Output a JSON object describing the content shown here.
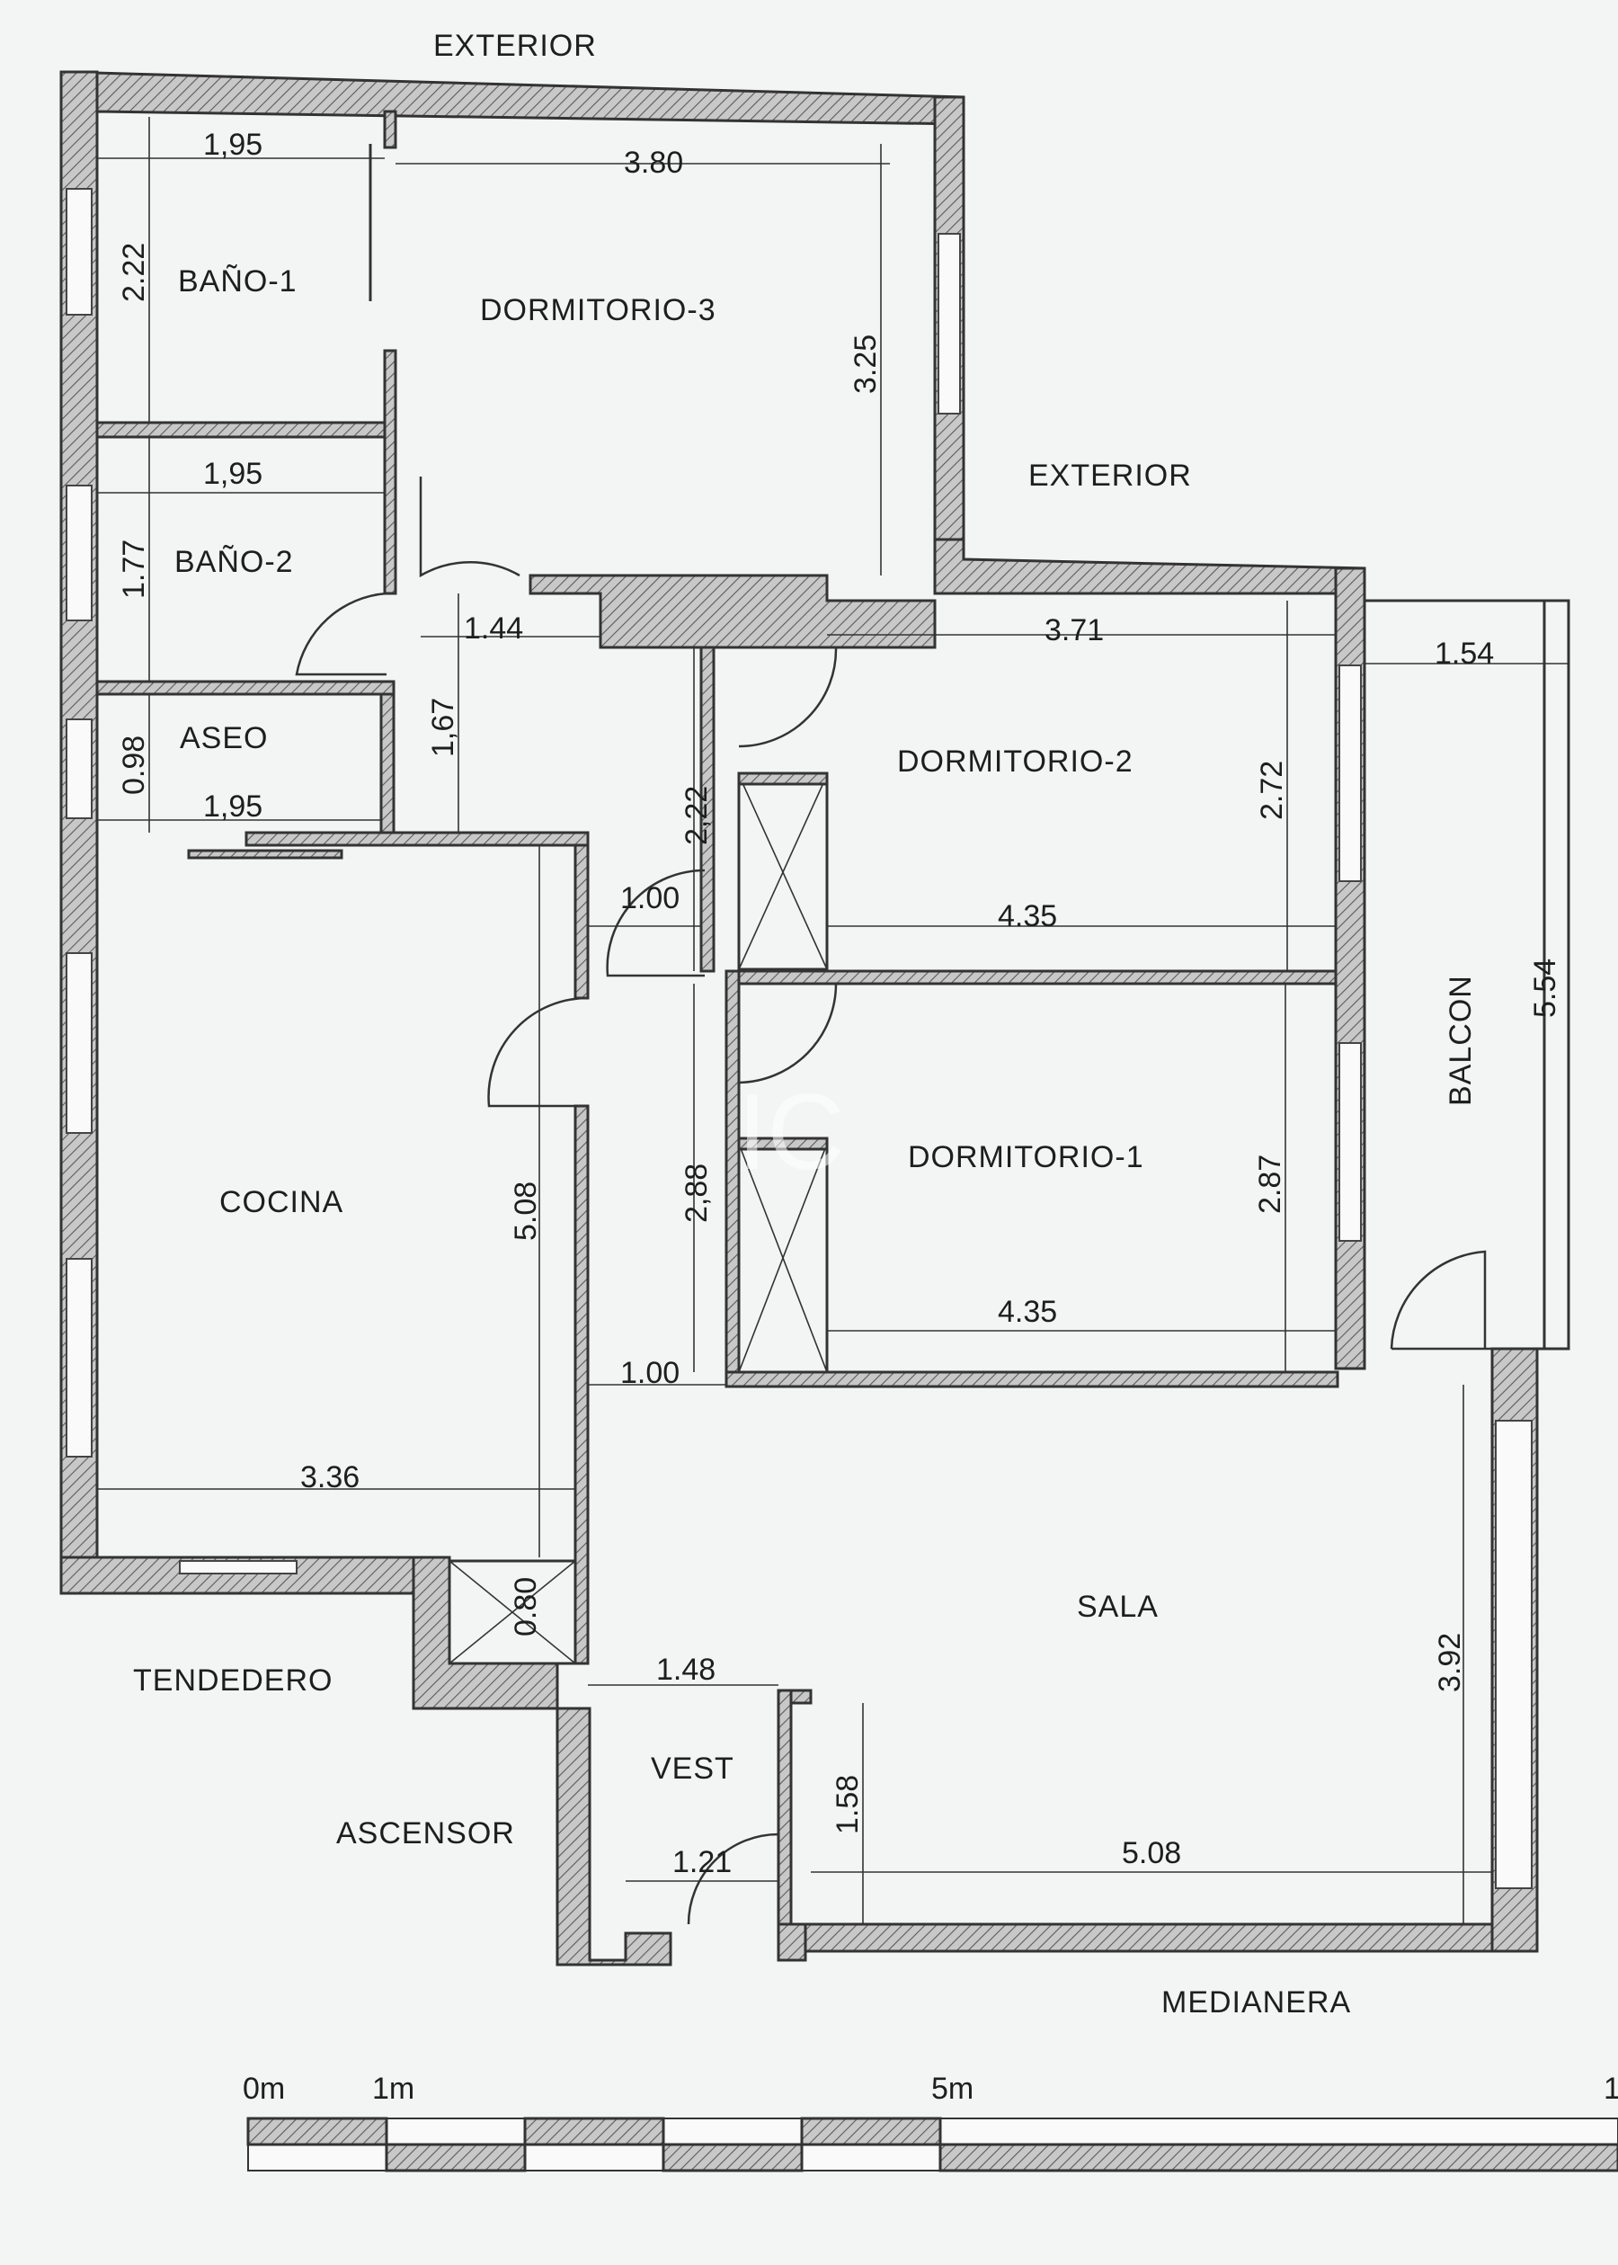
{
  "labels": {
    "exterior_top": "EXTERIOR",
    "exterior_right": "EXTERIOR",
    "medianera": "MEDIANERA",
    "tendedero": "TENDEDERO",
    "ascensor": "ASCENSOR",
    "watermark": "IC"
  },
  "rooms": {
    "bano1": "BAÑO-1",
    "bano2": "BAÑO-2",
    "aseo": "ASEO",
    "dormitorio3": "DORMITORIO-3",
    "dormitorio2": "DORMITORIO-2",
    "dormitorio1": "DORMITORIO-1",
    "cocina": "COCINA",
    "sala": "SALA",
    "vest": "VEST",
    "balcon": "BALCON"
  },
  "dims": {
    "bano1_w": "1,95",
    "bano1_h": "2.22",
    "dorm3_w": "3.80",
    "dorm3_h": "3.25",
    "bano2_w": "1,95",
    "bano2_h": "1.77",
    "pasillo_w": "1.44",
    "pasillo_h": "1,67",
    "aseo_w": "1,95",
    "aseo_h": "0.98",
    "dorm2_top": "3.71",
    "dorm2_h": "2.72",
    "dorm2_bottom": "4.35",
    "dist_h": "2,22",
    "door_w1": "1.00",
    "balcon_w": "1.54",
    "balcon_h": "5.54",
    "dorm1_bottom": "4.35",
    "dorm1_h": "2.87",
    "dist_h2": "2,88",
    "door_w2": "1.00",
    "cocina_h": "5.08",
    "cocina_w": "3.36",
    "ducto": "0.80",
    "vest_w": "1.48",
    "vest_door": "1.21",
    "vest_h": "1.58",
    "sala_w": "5.08",
    "sala_h": "3.92"
  },
  "scale": {
    "label0": "0m",
    "label1": "1m",
    "label5": "5m",
    "label10": "1"
  }
}
